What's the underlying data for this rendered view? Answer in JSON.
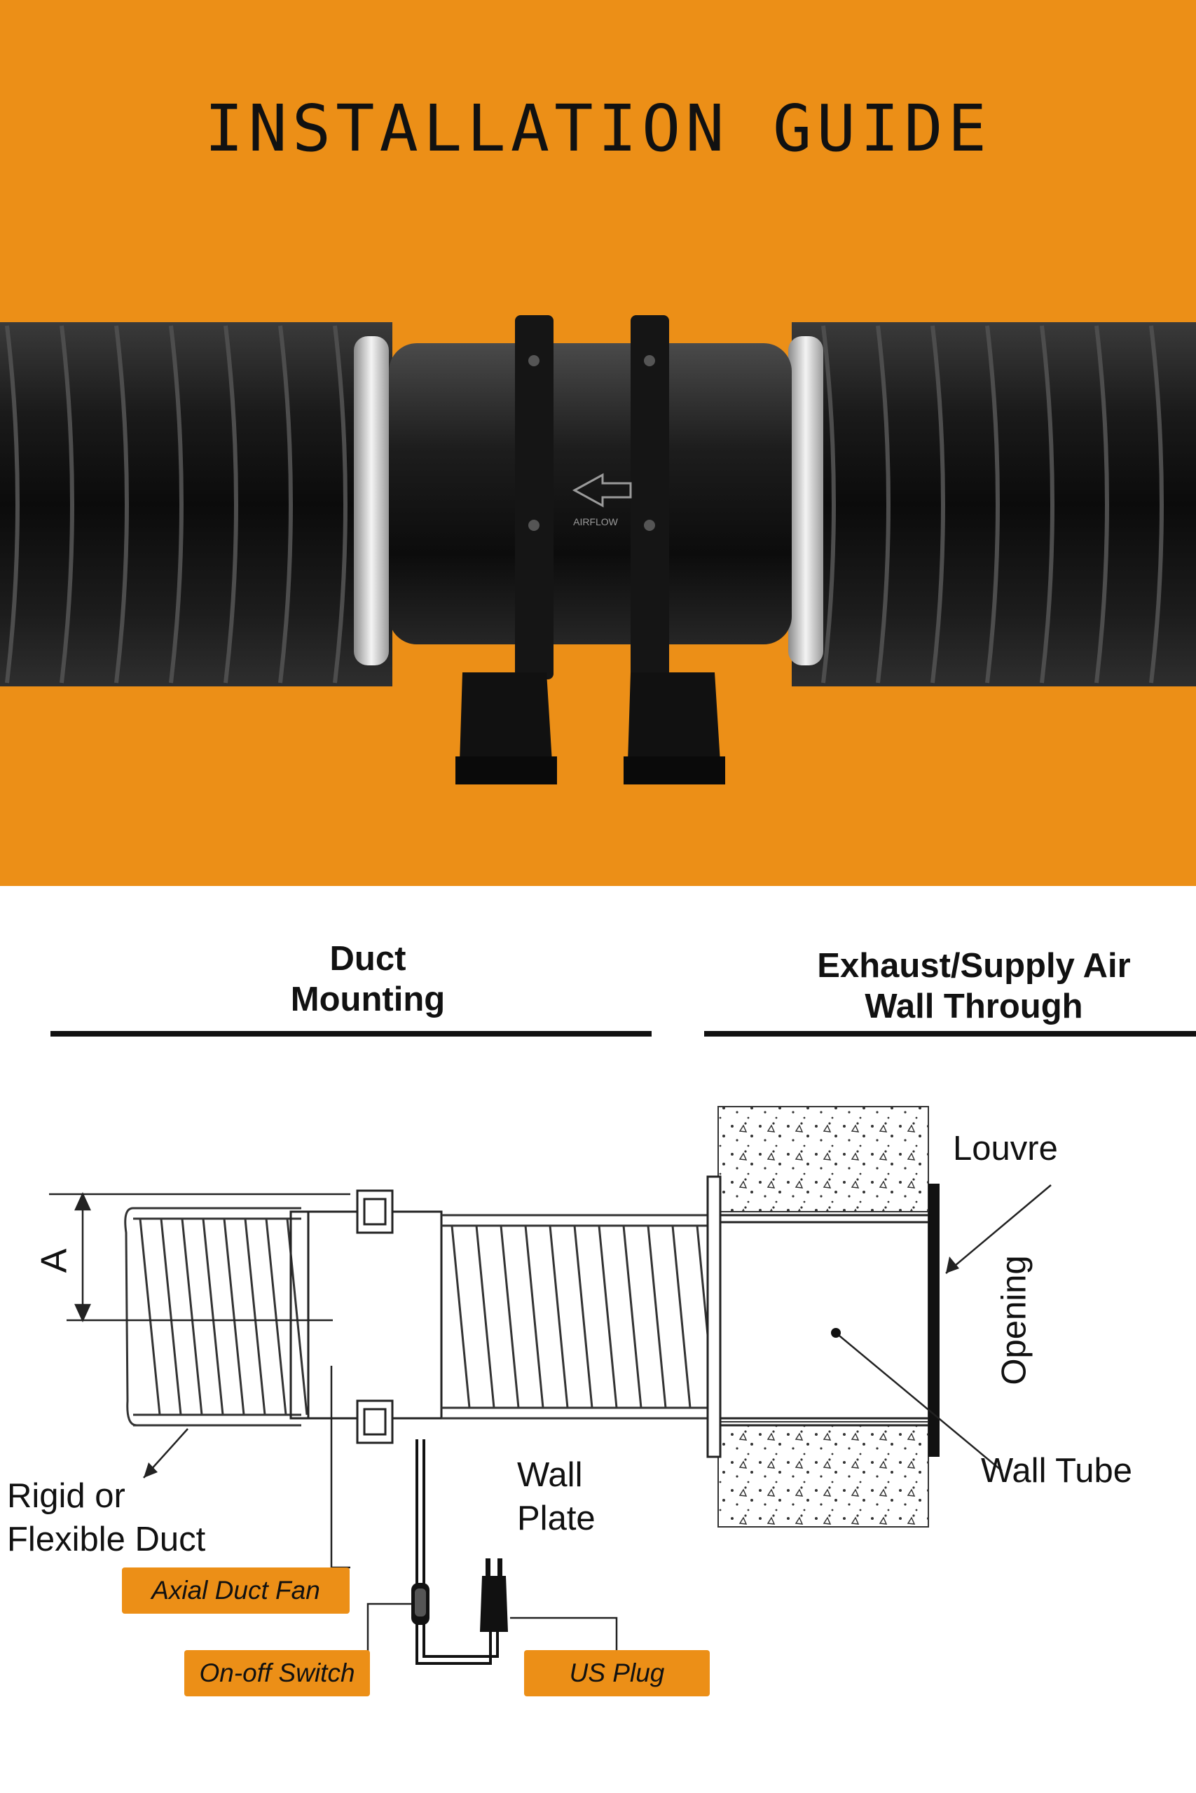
{
  "header": {
    "title": "INSTALLATION GUIDE"
  },
  "photo": {
    "airflow_text": "AIRFLOW"
  },
  "sections": {
    "duct_mounting": {
      "heading": "Duct\nMounting"
    },
    "wall_through": {
      "heading": "Exhaust/Supply Air\nWall Through"
    }
  },
  "labels": {
    "dimension": "A",
    "rigid_duct": "Rigid or\nFlexible Duct",
    "wall_plate": "Wall\nPlate",
    "louvre": "Louvre",
    "opening": "Opening",
    "wall_tube": "Wall Tube"
  },
  "callouts": {
    "axial_fan": "Axial Duct Fan",
    "switch": "On-off Switch",
    "plug": "US Plug"
  },
  "colors": {
    "accent_orange": "#ec8f17",
    "ink": "#111111",
    "background": "#ffffff"
  }
}
